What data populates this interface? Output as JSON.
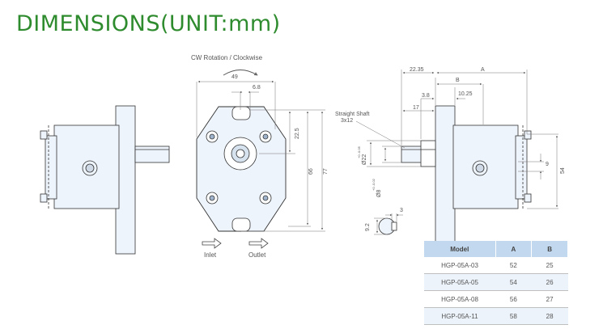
{
  "title": "DIMENSIONS(UNIT:mm)",
  "front": {
    "rotation": "CW Rotation / Clockwise",
    "dim_49": "49",
    "dim_6_8": "6.8",
    "dim_22_5": "22.5",
    "dim_66": "66",
    "dim_77": "77",
    "inlet": "Inlet",
    "outlet": "Outlet"
  },
  "side": {
    "dim_22_35": "22.35",
    "dim_a": "A",
    "dim_b": "B",
    "dim_3_8": "3.8",
    "dim_10_25": "10.25",
    "dim_17": "17",
    "shaft_label": "Straight Shaft",
    "shaft_size": "3x12",
    "dim_phi22": "Ø22",
    "dim_phi22_tol": "+0 -0.05",
    "dim_phi8": "Ø8",
    "dim_phi8_tol": "+0 -0.02",
    "dim_9": "9",
    "dim_54": "54",
    "dim_9_2": "9.2",
    "dim_3": "3"
  },
  "table": {
    "headers": [
      "Model",
      "A",
      "B"
    ],
    "rows": [
      [
        "HGP-05A-03",
        "52",
        "25"
      ],
      [
        "HGP-05A-05",
        "54",
        "26"
      ],
      [
        "HGP-05A-08",
        "56",
        "27"
      ],
      [
        "HGP-05A-11",
        "58",
        "28"
      ]
    ]
  },
  "colors": {
    "title": "#2e8b2e",
    "body_fill": "#eef4fb",
    "header_fill": "#c2d8ee",
    "line": "#333333"
  }
}
